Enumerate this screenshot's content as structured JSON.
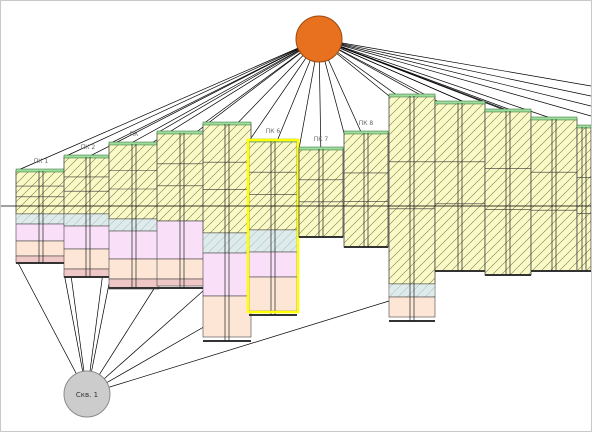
{
  "view": {
    "colors": {
      "background": "#ffffff",
      "hatch_fill": "#fafac8",
      "hatch_line": "#7f7f40",
      "light_blue": "#cfe3ff",
      "pink": "#f9e0f8",
      "peach": "#fde6d6",
      "rose": "#f0c7c7",
      "green_strip": "#9ddc9d",
      "top_node": "#e8711f",
      "bottom_node": "#cccccc",
      "selection": "#ffff00",
      "link": "#000000"
    }
  },
  "nodes": {
    "top": {
      "label": ""
    },
    "bottom": {
      "label": "Скв. 1"
    }
  },
  "columns": [
    {
      "id": "pk1",
      "label": "ПК 1"
    },
    {
      "id": "pk2",
      "label": "ПК 2"
    },
    {
      "id": "pk3",
      "label": "ПК"
    },
    {
      "id": "pk4",
      "label": ""
    },
    {
      "id": "pk5",
      "label": ""
    },
    {
      "id": "pk6",
      "label": "ПК 6",
      "selected": true
    },
    {
      "id": "pk7",
      "label": "ПК 7"
    },
    {
      "id": "pk8",
      "label": "ПК 8"
    },
    {
      "id": "pk9",
      "label": ""
    },
    {
      "id": "pk10",
      "label": ""
    },
    {
      "id": "pk11",
      "label": ""
    },
    {
      "id": "pk12",
      "label": ""
    },
    {
      "id": "pk13",
      "label": ""
    }
  ]
}
